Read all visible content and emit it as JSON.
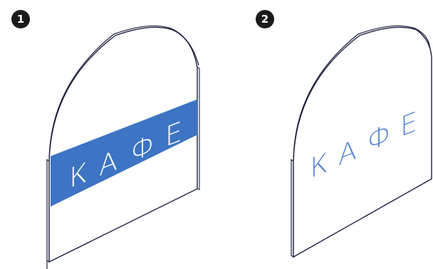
{
  "panels": [
    {
      "number": "1",
      "variant": "band",
      "text": "КАФЕ",
      "letters": [
        "К",
        "А",
        "Ф",
        "Е"
      ],
      "band_color": "#3d74c3",
      "letter_color": "#ffffff"
    },
    {
      "number": "2",
      "variant": "plain",
      "text": "КАФЕ",
      "letters": [
        "К",
        "А",
        "Ф",
        "Е"
      ],
      "letter_color": "#5b8ad6"
    }
  ],
  "colors": {
    "outline": "#1c1f3f",
    "badge": "#1a1a1a"
  }
}
